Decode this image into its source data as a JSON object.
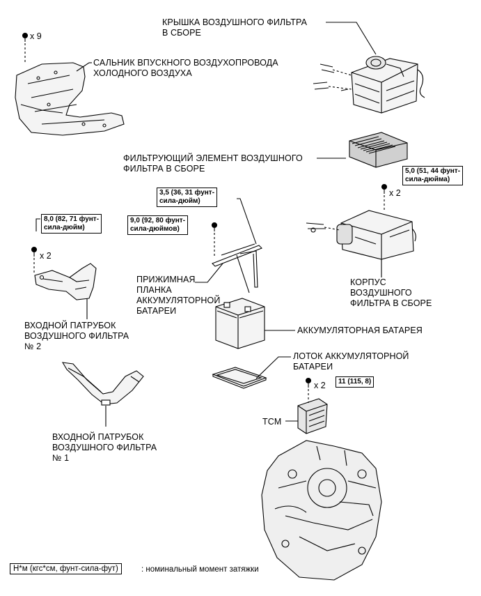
{
  "labels": {
    "air_cleaner_cap": "КРЫШКА ВОЗДУШНОГО ФИЛЬТРА\nВ СБОРЕ",
    "cool_air_seal": "САЛЬНИК ВПУСКНОГО ВОЗДУХОПРОВОДА\nХОЛОДНОГО ВОЗДУХА",
    "filter_element": "ФИЛЬТРУЮЩИЙ ЭЛЕМЕНТ ВОЗДУШНОГО\nФИЛЬТРА В СБОРЕ",
    "battery_clamp": "ПРИЖИМНАЯ\nПЛАНКА\nАККУМУЛЯТОРНОЙ\nБАТАРЕИ",
    "air_cleaner_case": "КОРПУС\nВОЗДУШНОГО\nФИЛЬТРА В СБОРЕ",
    "inlet_no2": "ВХОДНОЙ ПАТРУБОК\nВОЗДУШНОГО ФИЛЬТРА\n№ 2",
    "battery": "АККУМУЛЯТОРНАЯ БАТАРЕЯ",
    "battery_tray": "ЛОТОК АККУМУЛЯТОРНОЙ\nБАТАРЕИ",
    "tcm": "TCM",
    "inlet_no1": "ВХОДНОЙ ПАТРУБОК\nВОЗДУШНОГО ФИЛЬТРА\n№ 1"
  },
  "torques": {
    "case_bolt": "5,0 (51, 44 фунт-\nсила-дюйма)",
    "clamp_rod": "3,5 (36, 31 фунт-\nсила-дюйм)",
    "clamp_nut": "9,0 (92, 80 фунт-\nсила-дюймов)",
    "inlet_bolt": "8,0 (82, 71 фунт-\nсила-дюйм)",
    "tcm_bolt": "11 (115, 8)"
  },
  "quantities": {
    "seal_clips": "x 9",
    "case_bolts": "x 2",
    "inlet_bolts": "x 2",
    "tcm_bolts": "x 2"
  },
  "legend": {
    "unit": "Н*м (кгс*см, фунт-сила-фут)",
    "description": ": номинальный момент затяжки"
  }
}
